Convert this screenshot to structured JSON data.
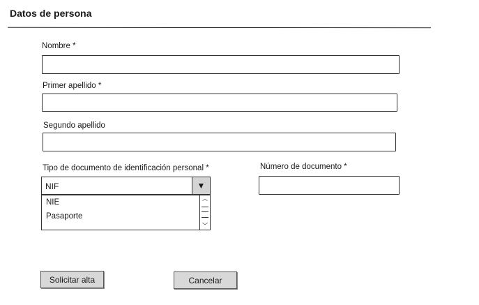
{
  "form": {
    "title": "Datos de persona",
    "nombre_label": "Nombre *",
    "nombre_value": "",
    "primer_apellido_label": "Primer apellido *",
    "primer_apellido_value": "",
    "segundo_apellido_label": "Segundo apellido",
    "segundo_apellido_value": "",
    "tipo_documento_label": "Tipo de documento de identificación personal *",
    "tipo_documento_selected": "NIF",
    "tipo_documento_options": [
      "NIE",
      "Pasaporte"
    ],
    "numero_documento_label": "Número de documento *",
    "numero_documento_value": ""
  },
  "actions": {
    "submit_label": "Solicitar alta",
    "cancel_label": "Cancelar"
  },
  "icons": {
    "select_arrow": "triangle-down-icon",
    "scroll_up": "chevron-up-icon",
    "scroll_down": "chevron-down-icon"
  }
}
